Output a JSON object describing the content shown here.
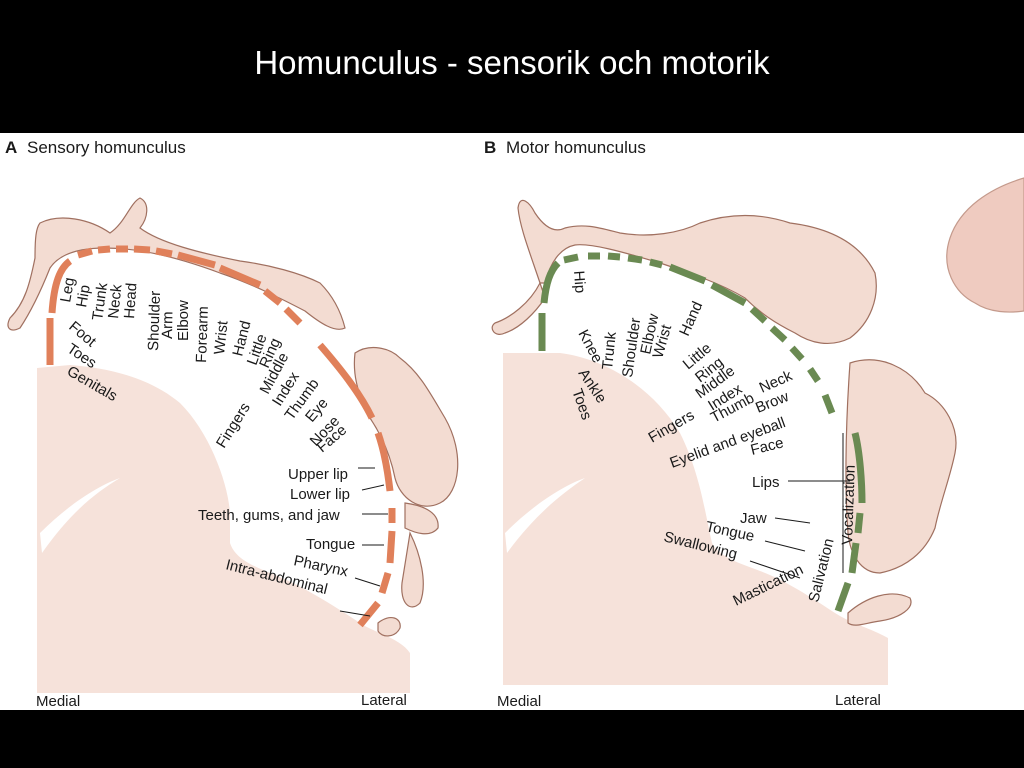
{
  "slide": {
    "title": "Homunculus - sensorik och motorik"
  },
  "panels": {
    "sensory": {
      "letter": "A",
      "title": "Sensory homunculus",
      "labels": [
        "Leg",
        "Hip",
        "Trunk",
        "Neck",
        "Head",
        "Shoulder",
        "Arm",
        "Elbow",
        "Forearm",
        "Wrist",
        "Hand",
        "Little",
        "Ring",
        "Middle",
        "Index",
        "Thumb",
        "Eye",
        "Nose",
        "Face",
        "Upper lip",
        "Lower lip",
        "Teeth, gums, and jaw",
        "Tongue",
        "Pharynx",
        "Intra-abdominal",
        "Foot",
        "Toes",
        "Genitals",
        "Fingers"
      ],
      "medial": "Medial",
      "lateral": "Lateral",
      "strip_color": "#e0805a"
    },
    "motor": {
      "letter": "B",
      "title": "Motor homunculus",
      "labels": [
        "Hip",
        "Trunk",
        "Shoulder",
        "Elbow",
        "Wrist",
        "Hand",
        "Little",
        "Ring",
        "Middle",
        "Index",
        "Thumb",
        "Neck",
        "Brow",
        "Eyelid and eyeball",
        "Face",
        "Lips",
        "Jaw",
        "Tongue",
        "Swallowing",
        "Knee",
        "Ankle",
        "Toes",
        "Fingers",
        "Vocalization",
        "Salivation",
        "Mastication"
      ],
      "medial": "Medial",
      "lateral": "Lateral",
      "strip_color": "#6a8a52"
    }
  },
  "colors": {
    "skin": "#f3dcd2",
    "brain": "#f6e2da"
  }
}
